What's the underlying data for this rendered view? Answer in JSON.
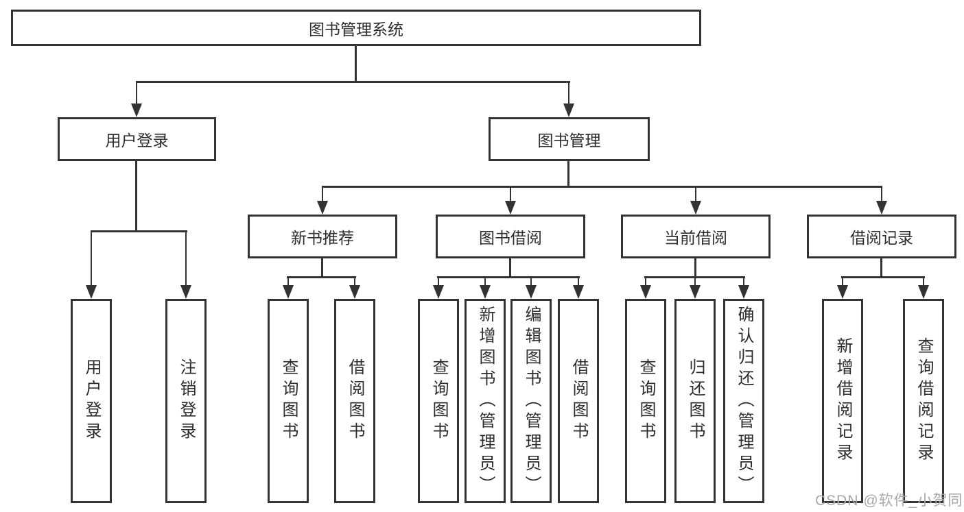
{
  "tree": {
    "root": "图书管理系统",
    "children": [
      {
        "label": "用户登录",
        "children": [
          {
            "label": "用户登录"
          },
          {
            "label": "注销登录"
          }
        ]
      },
      {
        "label": "图书管理",
        "children": [
          {
            "label": "新书推荐",
            "children": [
              {
                "label": "查询图书"
              },
              {
                "label": "借阅图书"
              }
            ]
          },
          {
            "label": "图书借阅",
            "children": [
              {
                "label": "查询图书"
              },
              {
                "label": "新增图书（管理员）"
              },
              {
                "label": "编辑图书（管理员）"
              },
              {
                "label": "借阅图书"
              }
            ]
          },
          {
            "label": "当前借阅",
            "children": [
              {
                "label": "查询图书"
              },
              {
                "label": "归还图书"
              },
              {
                "label": "确认归还（管理员）"
              }
            ]
          },
          {
            "label": "借阅记录",
            "children": [
              {
                "label": "新增借阅记录"
              },
              {
                "label": "查询借阅记录"
              }
            ]
          }
        ]
      }
    ]
  },
  "watermark": {
    "text": "CSDN @软件_小贺同学"
  },
  "colors": {
    "line": "#333333",
    "text": "#2d2d2d",
    "background": "#ffffff",
    "watermark": "#a7a7ad"
  }
}
